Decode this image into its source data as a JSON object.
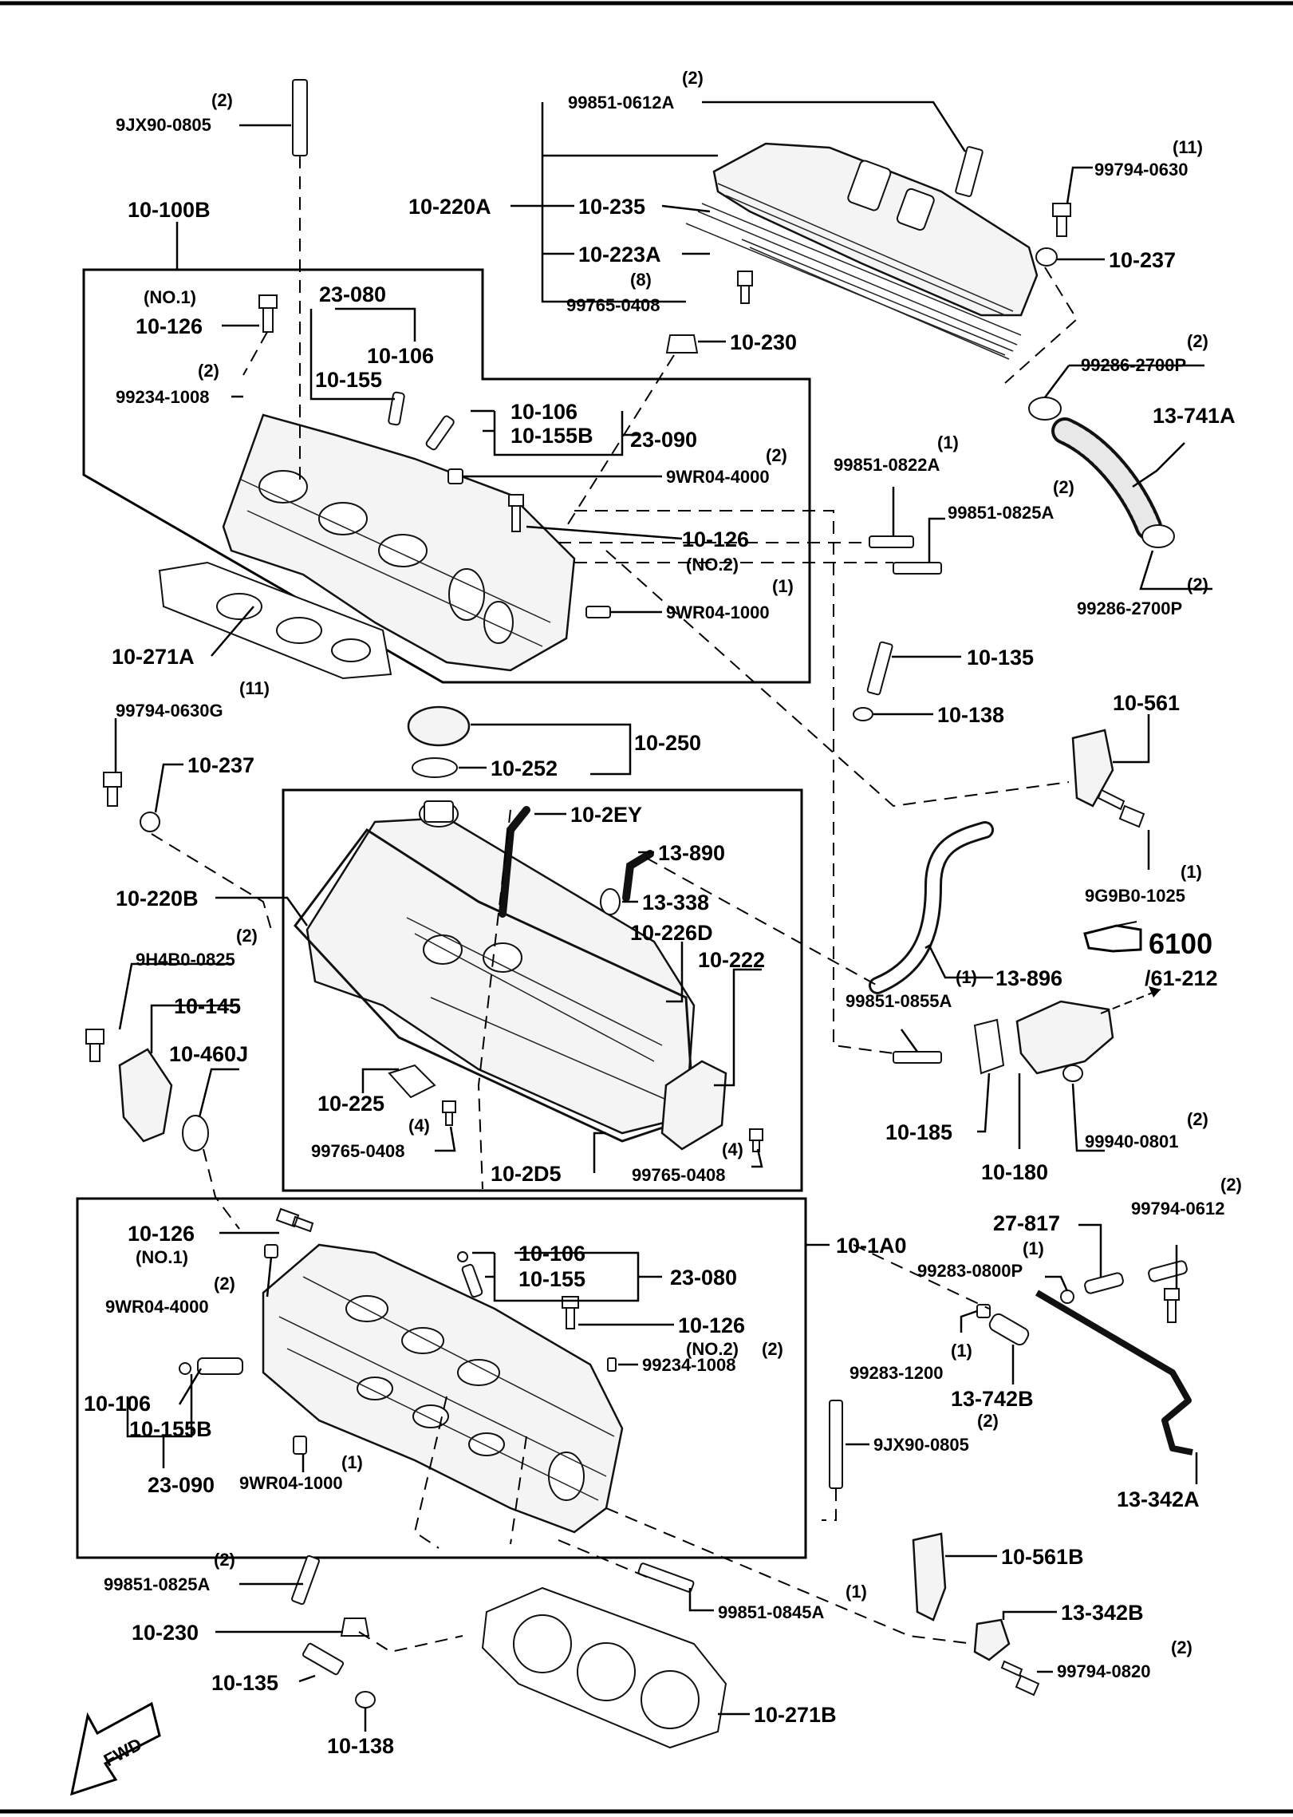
{
  "labels": {
    "stud_top": "9JX90-0805",
    "stud_top_qty": "(2)",
    "head_rear": "10-100B",
    "no1_a": "(NO.1)",
    "bolt_126_a": "10-126",
    "asm_23080_a": "23-080",
    "p10106_a": "10-106",
    "p10155_a": "10-155",
    "plug_a_qty": "(2)",
    "plug_a": "99234-1008",
    "p10106_b": "10-106",
    "p10155b_a": "10-155B",
    "asm_23090_a": "23-090",
    "p9wr4000_a_qty": "(2)",
    "p9wr4000_a": "9WR04-4000",
    "bolt_126_b": "10-126",
    "no2_a": "(NO.2)",
    "p9wr1000_a_qty": "(1)",
    "p9wr1000_a": "9WR04-1000",
    "gasket_271a": "10-271A",
    "cap_230_a": "10-230",
    "cover_bolt_qty": "(2)",
    "cover_bolt": "99851-0612A",
    "cover_220a": "10-220A",
    "gasket_235": "10-235",
    "gasket_223a": "10-223A",
    "bolt_0408_a_qty": "(8)",
    "bolt_0408_a": "99765-0408",
    "bolt_0630_qty": "(11)",
    "bolt_0630": "99794-0630",
    "seal_237_a": "10-237",
    "clamp_a_qty": "(2)",
    "clamp_a": "99286-2700P",
    "hose_741a": "13-741A",
    "clamp_b_qty": "(2)",
    "clamp_b": "99286-2700P",
    "stud_0822a_qty": "(1)",
    "stud_0822a": "99851-0822A",
    "stud_0825a_qty": "(2)",
    "stud_0825a": "99851-0825A",
    "bolt_135_a": "10-135",
    "washer_138_a": "10-138",
    "bracket_561": "10-561",
    "bolt_1025_qty": "(1)",
    "bolt_1025": "9G9B0-1025",
    "bolt_0630g_qty": "(11)",
    "bolt_0630g": "99794-0630G",
    "seal_237_b": "10-237",
    "cap_250": "10-250",
    "seal_252": "10-252",
    "cover_220b": "10-220B",
    "pipe_2ey": "10-2EY",
    "hose_890": "13-890",
    "valve_338": "13-338",
    "plate_226d": "10-226D",
    "gasket_222": "10-222",
    "plate_225": "10-225",
    "bolt_0408_b_qty": "(4)",
    "bolt_0408_b": "99765-0408",
    "gasket_2d5": "10-2D5",
    "bolt_0408_c_qty": "(4)",
    "bolt_0408_c": "99765-0408",
    "hose_896": "13-896",
    "ref_num": "6100",
    "ref_sub": "/61-212",
    "bolt_h4b0_qty": "(2)",
    "bolt_h4b0": "9H4B0-0825",
    "housing_145": "10-145",
    "oring_460j": "10-460J",
    "stud_0855a_qty": "(1)",
    "stud_0855a": "99851-0855A",
    "gasket_185": "10-185",
    "outlet_180": "10-180",
    "nut_0801_qty": "(2)",
    "nut_0801": "99940-0801",
    "head_front": "10-1A0",
    "bolt_126_c": "10-126",
    "no1_b": "(NO.1)",
    "p9wr4000_b_qty": "(2)",
    "p9wr4000_b": "9WR04-4000",
    "p10106_c": "10-106",
    "p10155_b": "10-155",
    "asm_23080_b": "23-080",
    "bolt_126_d": "10-126",
    "no2_b": "(NO.2)",
    "plug_b_qty": "(2)",
    "plug_b": "99234-1008",
    "p10106_d": "10-106",
    "p10155b_b": "10-155B",
    "asm_23090_b": "23-090",
    "p9wr1000_b": "9WR04-1000",
    "p9wr1000_b_qty": "(1)",
    "stud_bottom": "9JX90-0805",
    "stud_bottom_qty": "(2)",
    "pipe_817": "27-817",
    "clip_0800p_qty": "(1)",
    "clip_0800p": "99283-0800P",
    "bolt_0612_qty": "(2)",
    "bolt_0612": "99794-0612",
    "clip_1200_qty": "(1)",
    "clip_1200": "99283-1200",
    "hose_742b": "13-742B",
    "pipe_342a": "13-342A",
    "stud_0825a_b_qty": "(2)",
    "stud_0825a_b": "99851-0825A",
    "stud_0845a_qty": "(1)",
    "stud_0845a": "99851-0845A",
    "bracket_561b": "10-561B",
    "bracket_342b": "13-342B",
    "bolt_0820_qty": "(2)",
    "bolt_0820": "99794-0820",
    "cap_230_b": "10-230",
    "bolt_135_b": "10-135",
    "washer_138_b": "10-138",
    "gasket_271b": "10-271B",
    "fwd": "FWD"
  }
}
